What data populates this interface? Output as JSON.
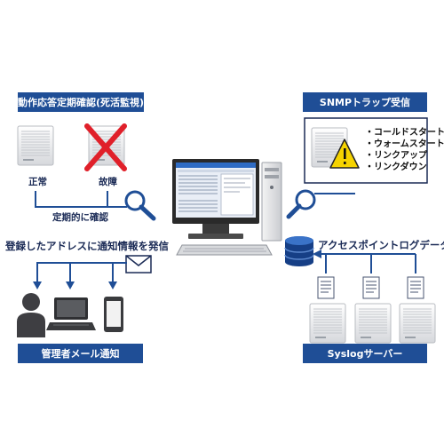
{
  "top_left": {
    "title": "動作応答定期確認(死活監視)",
    "normal_label": "正常",
    "fault_label": "故障",
    "periodic_label": "定期的に確認"
  },
  "top_right": {
    "title": "SNMPトラップ受信",
    "traps": [
      "・コールドスタート",
      "・ウォームスタート",
      "・リンクアップ",
      "・リンクダウン"
    ]
  },
  "bottom_left": {
    "notify_text": "登録したアドレスに通知情報を発信",
    "title": "管理者メール通知"
  },
  "bottom_right": {
    "log_label": "アクセスポイントログデータ",
    "title": "Syslogサーバー"
  },
  "colors": {
    "accent": "#1f4e96",
    "dark_navy": "#1a2a55",
    "error_red": "#e0202a",
    "warning_yellow": "#f5d300"
  }
}
